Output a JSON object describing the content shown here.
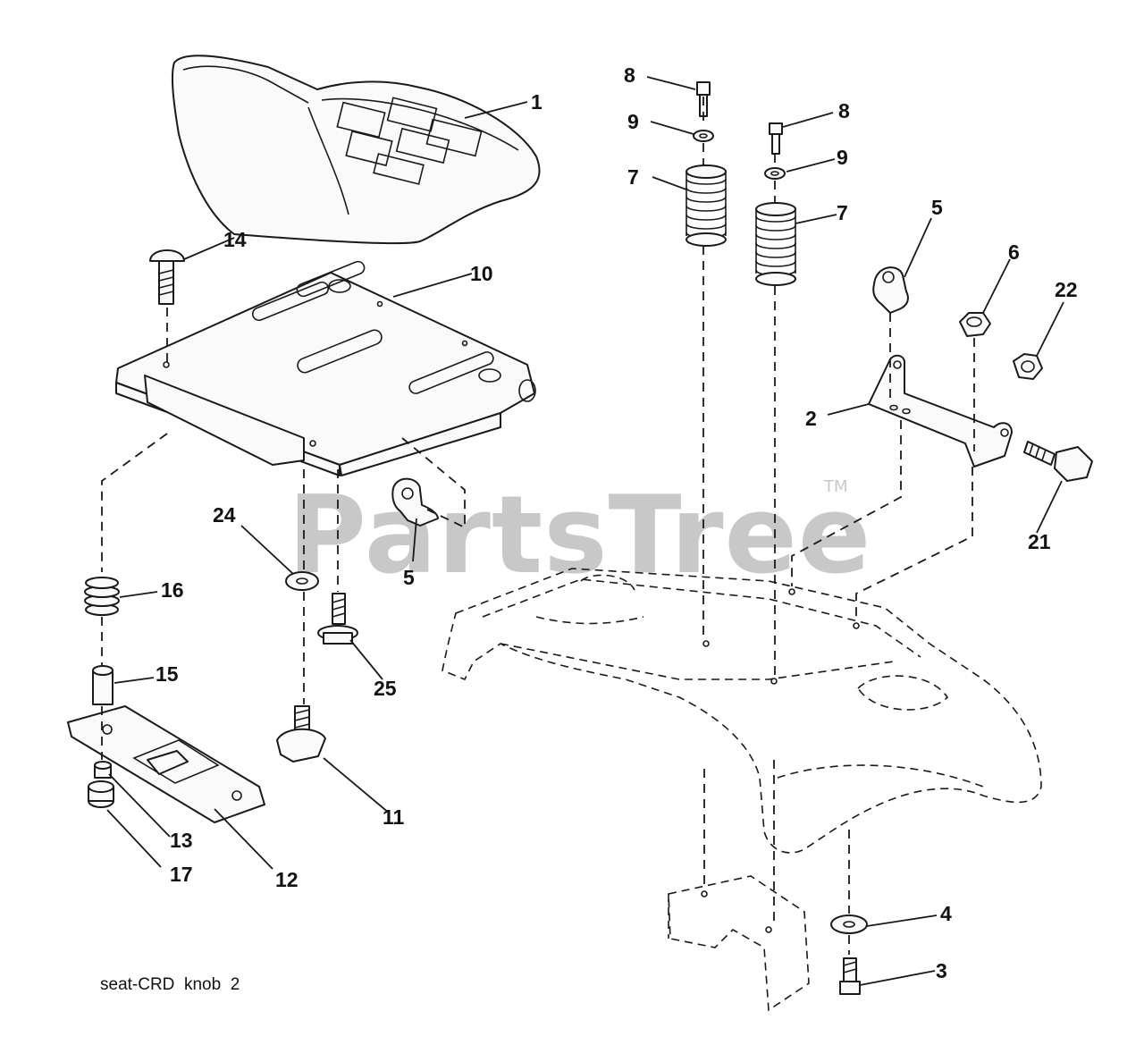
{
  "watermark": {
    "brand": "PartsTree",
    "trademark": "TM"
  },
  "caption": "seat-CRD  knob  2",
  "callouts": {
    "c1": "1",
    "c2": "2",
    "c3": "3",
    "c4": "4",
    "c5a": "5",
    "c5b": "5",
    "c6": "6",
    "c7a": "7",
    "c7b": "7",
    "c8a": "8",
    "c8b": "8",
    "c9a": "9",
    "c9b": "9",
    "c10": "10",
    "c11": "11",
    "c12": "12",
    "c13": "13",
    "c14": "14",
    "c15": "15",
    "c16": "16",
    "c17": "17",
    "c21": "21",
    "c22": "22",
    "c24": "24",
    "c25": "25"
  }
}
